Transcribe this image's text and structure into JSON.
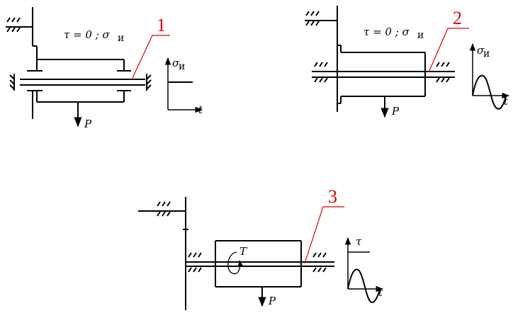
{
  "colors": {
    "ink": "#000000",
    "callout": "#e00000"
  },
  "diagram": {
    "fig1": {
      "label": "1",
      "stress_text": "τ = 0 ; σ",
      "stress_sub": "и",
      "graph_ylabel": "σ",
      "graph_ylabel_sub": "и",
      "graph_xlabel": "t",
      "load_label": "P"
    },
    "fig2": {
      "label": "2",
      "stress_text": "τ = 0 ; σ",
      "stress_sub": "и",
      "graph_ylabel": "σ",
      "graph_ylabel_sub": "и",
      "graph_xlabel": "t",
      "load_label": "P"
    },
    "fig3": {
      "label": "3",
      "torque_label": "T",
      "graph_ylabel": "τ",
      "graph_xlabel": "t",
      "load_label": "P"
    }
  }
}
